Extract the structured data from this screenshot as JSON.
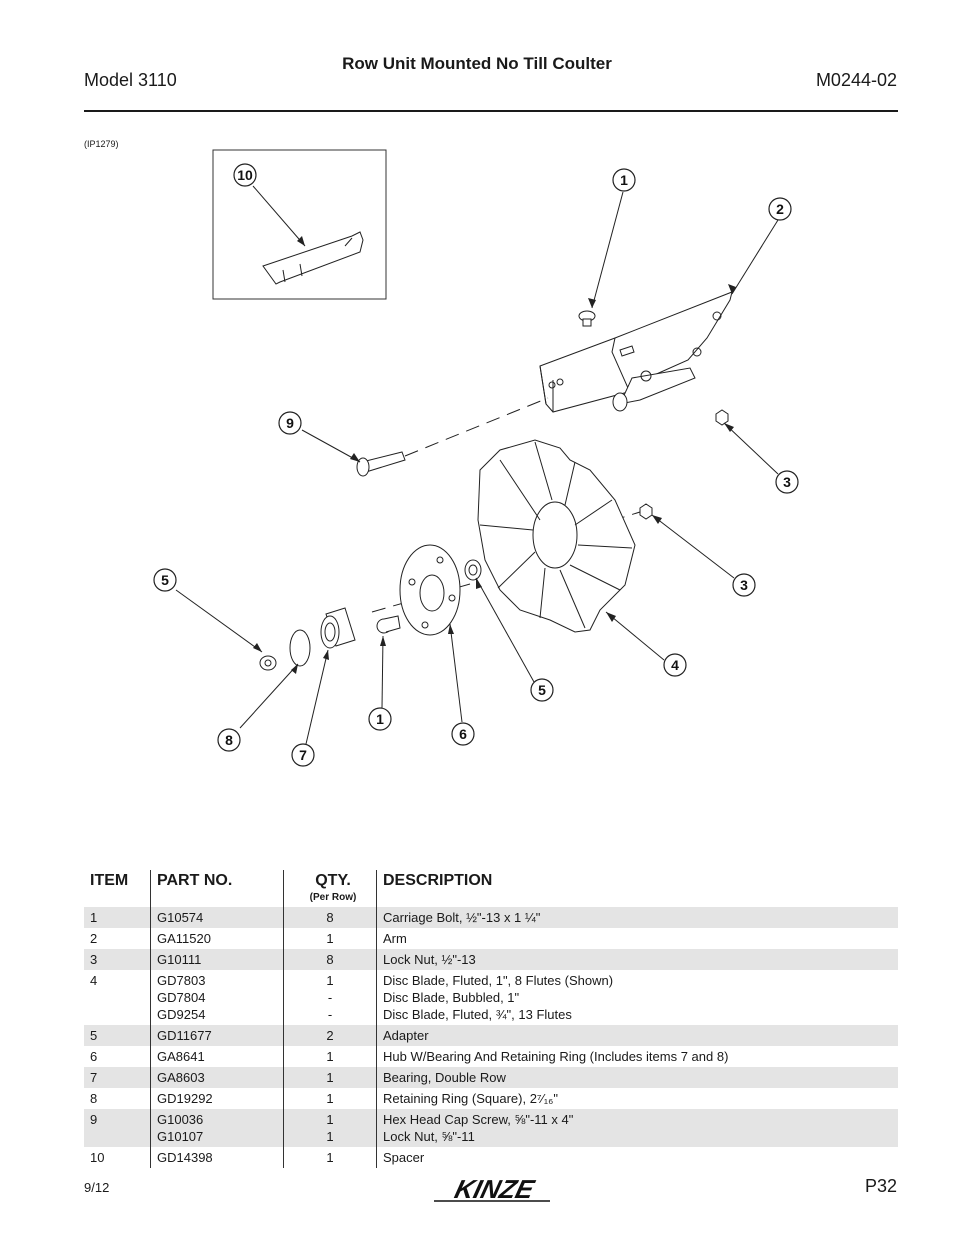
{
  "header": {
    "model": "Model 3110",
    "title": "Row Unit Mounted No Till Coulter",
    "doc_number": "M0244-02"
  },
  "figure": {
    "id": "(IP1279)",
    "callouts": [
      "10",
      "1",
      "2",
      "9",
      "3",
      "3",
      "5",
      "4",
      "5",
      "1",
      "6",
      "8",
      "7"
    ]
  },
  "table": {
    "headers": {
      "item": "ITEM",
      "part": "PART NO.",
      "qty": "QTY.",
      "qty_sub": "(Per Row)",
      "desc": "DESCRIPTION"
    },
    "rows": [
      {
        "item": "1",
        "parts": [
          "G10574"
        ],
        "qty": [
          "8"
        ],
        "desc": [
          "Carriage Bolt, ½\"-13 x 1 ¼\""
        ]
      },
      {
        "item": "2",
        "parts": [
          "GA11520"
        ],
        "qty": [
          "1"
        ],
        "desc": [
          "Arm"
        ]
      },
      {
        "item": "3",
        "parts": [
          "G10111"
        ],
        "qty": [
          "8"
        ],
        "desc": [
          "Lock Nut, ½\"-13"
        ]
      },
      {
        "item": "4",
        "parts": [
          "GD7803",
          "GD7804",
          "GD9254"
        ],
        "qty": [
          "1",
          "-",
          "-"
        ],
        "desc": [
          "Disc Blade, Fluted, 1\", 8 Flutes (Shown)",
          "Disc Blade, Bubbled, 1\"",
          "Disc Blade, Fluted, ¾\", 13 Flutes"
        ]
      },
      {
        "item": "5",
        "parts": [
          "GD11677"
        ],
        "qty": [
          "2"
        ],
        "desc": [
          "Adapter"
        ]
      },
      {
        "item": "6",
        "parts": [
          "GA8641"
        ],
        "qty": [
          "1"
        ],
        "desc": [
          "Hub W/Bearing And Retaining Ring (Includes items 7 and 8)"
        ]
      },
      {
        "item": "7",
        "parts": [
          "GA8603"
        ],
        "qty": [
          "1"
        ],
        "desc": [
          "Bearing, Double Row"
        ]
      },
      {
        "item": "8",
        "parts": [
          "GD19292"
        ],
        "qty": [
          "1"
        ],
        "desc": [
          "Retaining Ring (Square), 2⁷⁄₁₆\""
        ]
      },
      {
        "item": "9",
        "parts": [
          "G10036",
          "G10107"
        ],
        "qty": [
          "1",
          "1"
        ],
        "desc": [
          "Hex Head Cap Screw, ⅝\"-11 x 4\"",
          "Lock Nut, ⅝\"-11"
        ]
      },
      {
        "item": "10",
        "parts": [
          "GD14398"
        ],
        "qty": [
          "1"
        ],
        "desc": [
          "Spacer"
        ]
      }
    ]
  },
  "footer": {
    "date": "9/12",
    "page": "P32",
    "logo": "KINZE"
  }
}
